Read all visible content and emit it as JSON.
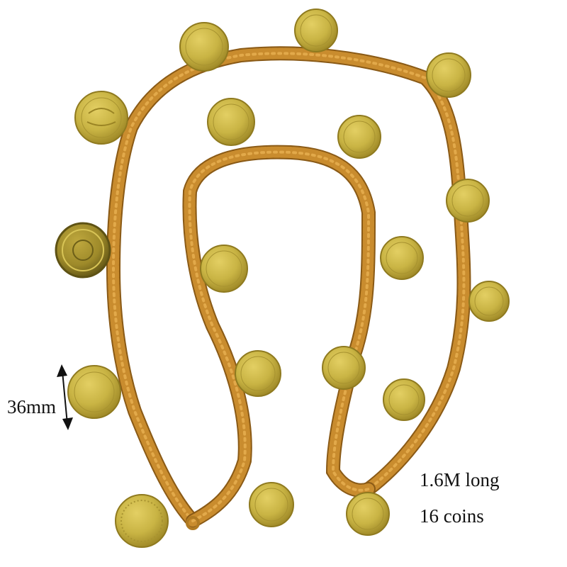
{
  "photo": {
    "subject": "gold coin chain necklace",
    "colors": {
      "background": "#ffffff",
      "chain": "#c98c2e",
      "chain_dark": "#8a5a16",
      "coin": "#c9b444",
      "coin_dark": "#8f7a1f",
      "text": "#111111"
    }
  },
  "annotations": {
    "size_label": "36mm",
    "length_label": "1.6M long",
    "count_label": "16 coins"
  }
}
